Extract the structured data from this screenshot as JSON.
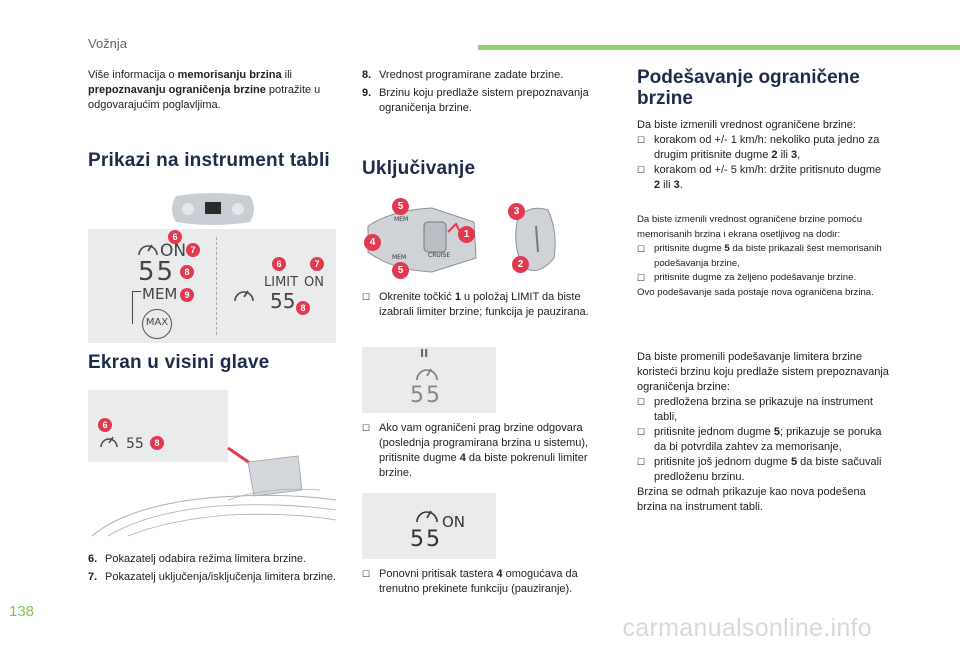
{
  "header": {
    "title": "Vožnja",
    "accent": "#8dd36a"
  },
  "page_number": "138",
  "footer_watermark": "carmanualsonline.info",
  "col1": {
    "intro_before1": "Više informacija o ",
    "intro_bold1": "memorisanju brzina",
    "intro_mid1": " ili ",
    "intro_bold2": "prepoznavanju ograničenja brzine",
    "intro_after": " potražite u odgovarajućim poglavljima.",
    "h_instrument": "Prikazi na instrument tabli",
    "h_headup": "Ekran u visini glave",
    "items": [
      {
        "n": "6.",
        "t": "Pokazatelj odabira režima limitera brzine."
      },
      {
        "n": "7.",
        "t": "Pokazatelj uključenja/isključenja limitera brzine."
      }
    ],
    "display": {
      "on": "ON",
      "speed": "55",
      "mem": "MEM",
      "max": "MAX",
      "limit": "LIMIT",
      "hud_speed": "55"
    },
    "callouts": [
      "6",
      "7",
      "8",
      "9",
      "6",
      "7",
      "8",
      "6",
      "8"
    ]
  },
  "col2": {
    "items": [
      {
        "n": "8.",
        "t": "Vrednost programirane zadate brzine."
      },
      {
        "n": "9.",
        "t": "Brzinu koju predlaže sistem prepoznavanja ograničenja brzine."
      }
    ],
    "h_ukljucivanje": "Uključivanje",
    "stalk_callouts": [
      "5",
      "3",
      "1",
      "4",
      "5",
      "2"
    ],
    "stalk_labels": {
      "mem": "MEM",
      "cruise": "CRUISE"
    },
    "b1_pre": "Okrenite točkić ",
    "b1_bold": "1",
    "b1_post": " u položaj LIMIT da biste izabrali limiter brzine; funkcija je pauzirana.",
    "b2_pre": "Ako vam ograničeni prag brzine odgovara (poslednja programirana brzina u sistemu), pritisnite dugme ",
    "b2_bold": "4",
    "b2_post": " da biste pokrenuli limiter brzine.",
    "b3_pre": "Ponovni pritisak tastera ",
    "b3_bold": "4",
    "b3_post": " omogućava da trenutno prekinete funkciju (pauziranje).",
    "disp_pause": "II",
    "disp_speed": "55",
    "disp_on": "ON"
  },
  "col3": {
    "h_line1": "Podešavanje ograničene",
    "h_line2": "brzine",
    "p1": "Da biste izmenili vrednost ograničene brzine:",
    "b1_pre": "korakom od +/- 1 km/h: nekoliko puta jedno za drugim pritisnite dugme ",
    "b1_b1": "2",
    "b1_mid": " ili ",
    "b1_b2": "3",
    "b1_post": ",",
    "b2_pre": "korakom od +/- 5 km/h: držite pritisnuto dugme ",
    "b2_b1": "2",
    "b2_mid": " ili ",
    "b2_b2": "3",
    "b2_post": ".",
    "s_p1": "Da biste izmenili vrednost ograničene brzine pomoću memorisanih brzina i ekrana osetljivog na dodir:",
    "s_b1_pre": "pritisnite dugme ",
    "s_b1_bold": "5",
    "s_b1_post": " da biste prikazali šest memorisanih podešavanja brzine,",
    "s_b2": "pritisnite dugme za željeno podešavanje brzine.",
    "s_p2": "Ovo podešavanje sada postaje nova ograničena brzina.",
    "p2": "Da biste promenili podešavanje limitera brzine koristeći brzinu koju predlaže sistem prepoznavanja ograničenja brzine:",
    "c_b1": "predložena brzina se prikazuje na instrument tabli,",
    "c_b2_pre": "pritisnite jednom dugme ",
    "c_b2_bold": "5",
    "c_b2_post": "; prikazuje se poruka da bi potvrdila zahtev za memorisanje,",
    "c_b3_pre": "pritisnite još jednom dugme ",
    "c_b3_bold": "5",
    "c_b3_post": " da biste sačuvali predloženu brzinu.",
    "p3": "Brzina se odmah prikazuje kao nova podešena brzina na instrument tabli."
  },
  "colors": {
    "callout": "#e23950",
    "heading": "#1d2b4a",
    "panel": "#e9ebed"
  }
}
